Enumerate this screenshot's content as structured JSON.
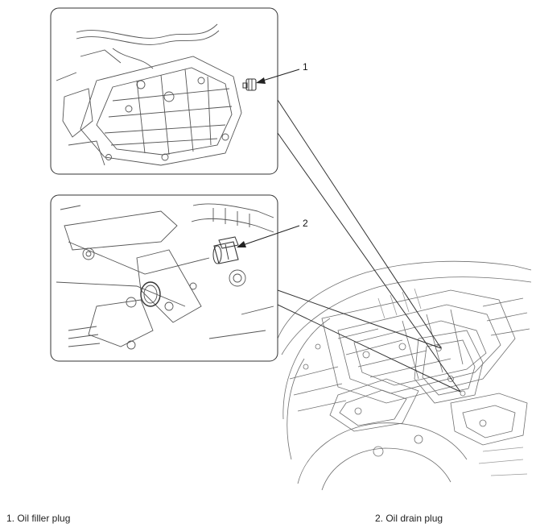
{
  "callouts": [
    {
      "number": "1",
      "label": "1. Oil filler plug"
    },
    {
      "number": "2",
      "label": "2. Oil drain plug"
    }
  ],
  "colors": {
    "line": "#3a3a3a",
    "faint_line": "#8a8a8a",
    "frame": "#333333"
  }
}
